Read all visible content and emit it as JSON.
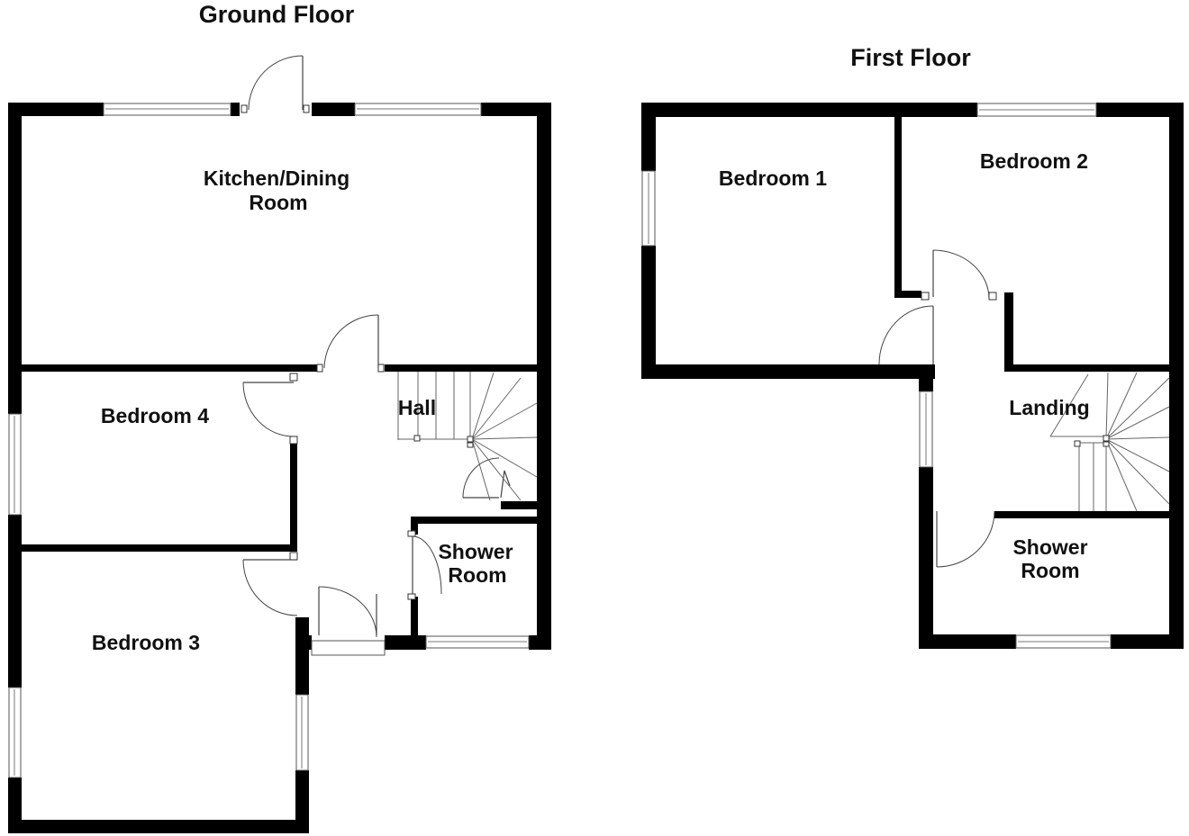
{
  "headings": {
    "ground_floor": "Ground Floor",
    "first_floor": "First Floor"
  },
  "ground_floor": {
    "kitchen_line1": "Kitchen/Dining",
    "kitchen_line2": "Room",
    "bedroom4": "Bedroom 4",
    "hall": "Hall",
    "shower_line1": "Shower",
    "shower_line2": "Room",
    "bedroom3": "Bedroom 3"
  },
  "first_floor": {
    "bedroom1": "Bedroom 1",
    "bedroom2": "Bedroom 2",
    "landing": "Landing",
    "shower_line1": "Shower",
    "shower_line2": "Room"
  }
}
